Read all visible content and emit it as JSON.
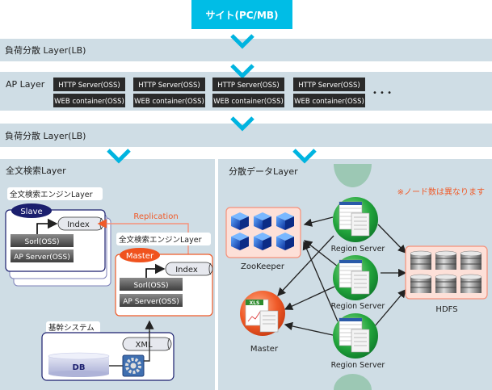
{
  "site": {
    "label": "サイト(PC/MB)"
  },
  "lb_layer_top": {
    "label": "負荷分散 Layer(LB)"
  },
  "ap_layer": {
    "label": "AP Layer",
    "servers": [
      {
        "http": "HTTP Server(OSS)",
        "web": "WEB container(OSS)"
      },
      {
        "http": "HTTP Server(OSS)",
        "web": "WEB container(OSS)"
      },
      {
        "http": "HTTP Server(OSS)",
        "web": "WEB container(OSS)"
      },
      {
        "http": "HTTP Server(OSS)",
        "web": "WEB container(OSS)"
      }
    ],
    "ellipsis": "• • •"
  },
  "lb_layer_bottom": {
    "label": "負荷分散 Layer(LB)"
  },
  "fulltext": {
    "title": "全文検索Layer",
    "slave_engine": {
      "label": "全文検索エンジンLayer",
      "role": "Slave",
      "index": "Index",
      "solr": "Sorl(OSS)",
      "ap_server": "AP Server(OSS)"
    },
    "replication": "Replication",
    "master_engine": {
      "label": "全文検索エンジンLayer",
      "role": "Master",
      "index": "Index",
      "solr": "Sorl(OSS)",
      "ap_server": "AP Server(OSS)"
    },
    "core_system": {
      "label": "基幹システム",
      "xml": "XML",
      "db": "DB"
    }
  },
  "distributed": {
    "title": "分散データLayer",
    "note": "※ノード数は異なります",
    "zookeeper": "ZooKeeper",
    "region_servers": [
      "Region Server",
      "Region Server",
      "Region Server"
    ],
    "hdfs": "HDFS",
    "master": "Master",
    "master_icon_text": "XLS"
  },
  "colors": {
    "accent": "#00b4e0",
    "band": "#cfdde5",
    "slave": "#1b1f6e",
    "master": "#f0521e",
    "note": "#f05a28",
    "region": "#1a9a3a"
  }
}
